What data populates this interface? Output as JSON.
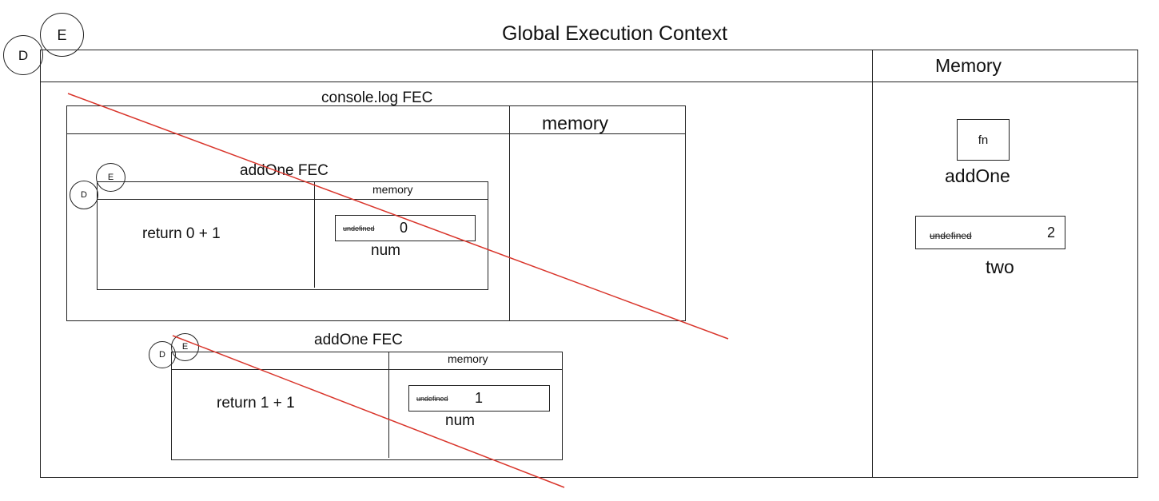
{
  "global": {
    "title": "Global Execution Context",
    "memory_label": "Memory",
    "d_label": "D",
    "e_label": "E",
    "memory_items": [
      {
        "box_text": "fn",
        "name": "addOne"
      },
      {
        "old_value": "undefined",
        "value": "2",
        "name": "two"
      }
    ]
  },
  "console_fec": {
    "title": "console.log FEC",
    "memory_label": "memory"
  },
  "addone_fec_1": {
    "title": "addOne FEC",
    "memory_label": "memory",
    "d_label": "D",
    "e_label": "E",
    "code": "return 0 + 1",
    "old_value": "undefined",
    "value": "0",
    "var_name": "num"
  },
  "addone_fec_2": {
    "title": "addOne FEC",
    "memory_label": "memory",
    "d_label": "D",
    "e_label": "E",
    "code": "return 1 + 1",
    "old_value": "undefined",
    "value": "1",
    "var_name": "num"
  },
  "colors": {
    "ink": "#222222",
    "strike_line": "#d9352b"
  }
}
